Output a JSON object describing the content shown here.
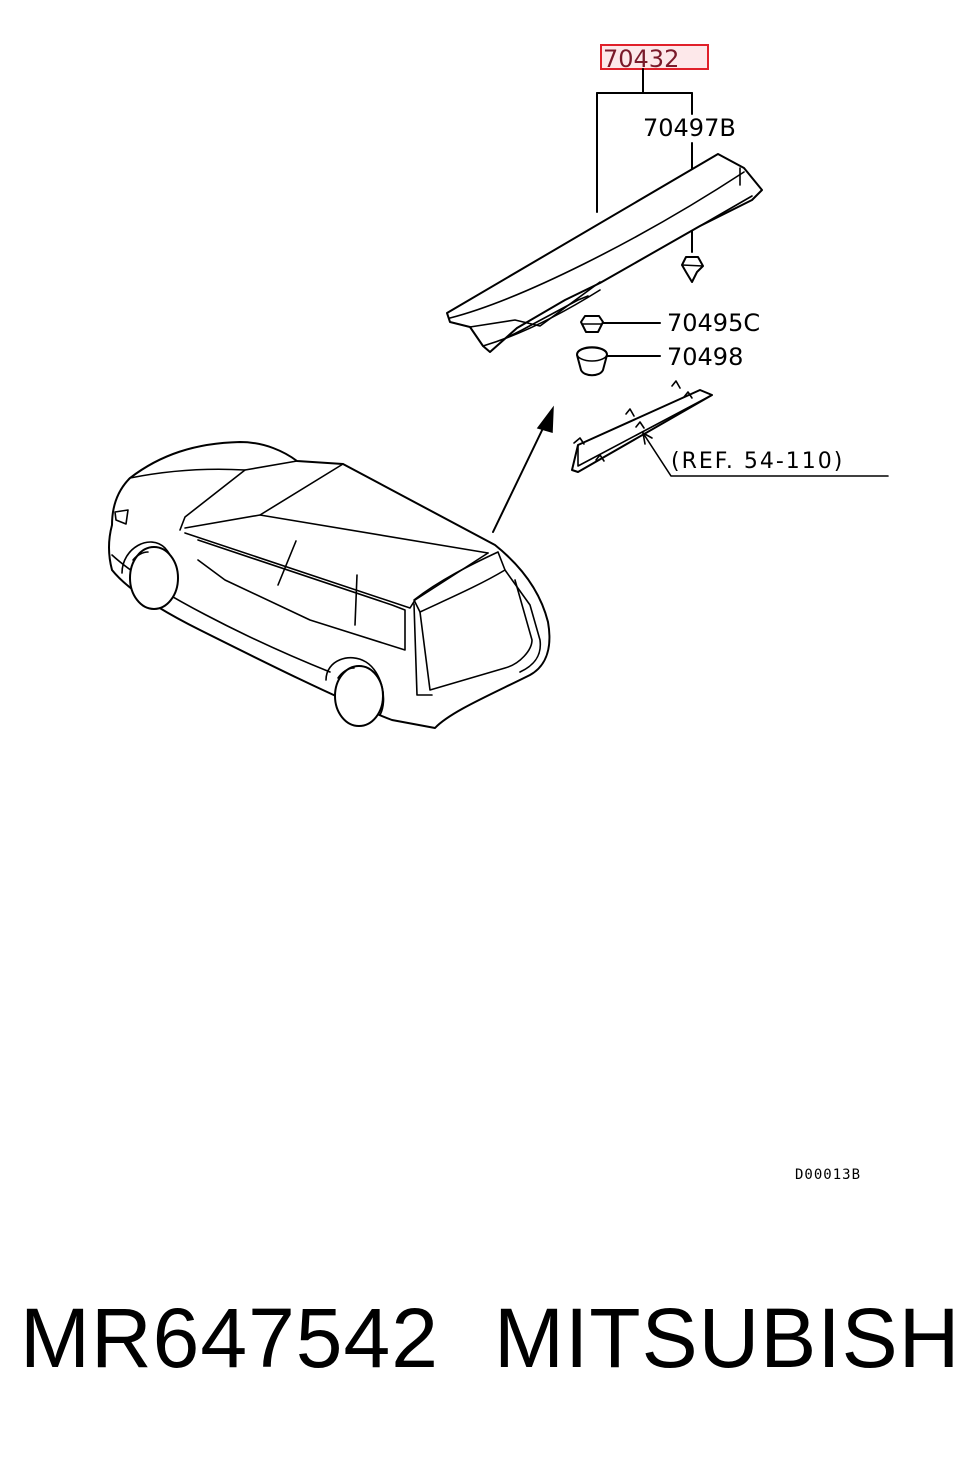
{
  "callouts": {
    "assembly": "70432",
    "clip": "70497B",
    "grommet": "70495C",
    "cap": "70498",
    "reference": "(REF. 54-110)"
  },
  "drawing_code": "D00013B",
  "highlight_color": "#e0202a",
  "footer": {
    "part_number": "MR647542",
    "brand": "MITSUBISHI"
  }
}
